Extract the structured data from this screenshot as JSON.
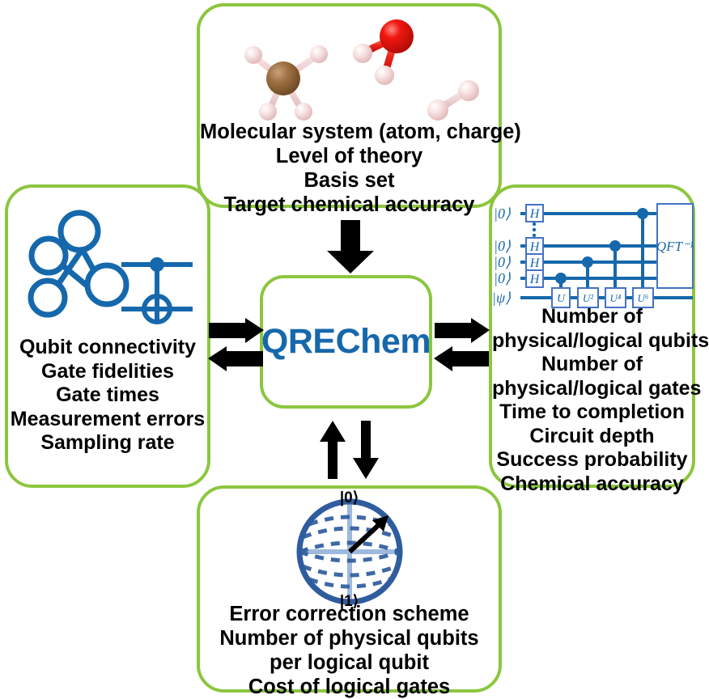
{
  "center": {
    "title": "QREChem",
    "accent_color": "#1668AC",
    "border_color": "#8CC63F"
  },
  "panels": {
    "top": {
      "name": "inputs-panel",
      "lines": [
        "Molecular system (atom, charge)",
        "Level of theory",
        "Basis set",
        "Target chemical accuracy"
      ],
      "graphic": "molecules-illustration",
      "molecules": [
        {
          "name": "methane",
          "center_atom": "carbon",
          "center_color": "#8B6239",
          "ligand_atom": "hydrogen",
          "ligand_color": "#F5DCDC",
          "ligand_count": 4
        },
        {
          "name": "water",
          "center_atom": "oxygen",
          "center_color": "#E8140F",
          "ligand_atom": "hydrogen",
          "ligand_color": "#F5DCDC",
          "ligand_count": 2
        },
        {
          "name": "hydrogen",
          "center_atom": "hydrogen",
          "center_color": "#F2C6C6",
          "ligand_atom": "hydrogen",
          "ligand_color": "#F2C6C6",
          "ligand_count": 1
        }
      ]
    },
    "left": {
      "name": "hardware-panel",
      "lines": [
        "Qubit connectivity",
        "Gate fidelities",
        "Gate times",
        "Measurement errors",
        "Sampling rate"
      ],
      "graphic": "qubit-connectivity-graph-and-cnot-gate",
      "graph_nodes": 4,
      "gate": "CNOT"
    },
    "right": {
      "name": "outputs-panel",
      "lines": [
        "Number of",
        "physical/logical qubits",
        "Number of",
        "physical/logical gates",
        "Time to completion",
        "Circuit depth",
        "Success probability",
        "Chemical accuracy"
      ],
      "graphic": "quantum-phase-estimation-circuit",
      "circuit": {
        "wire_labels": [
          "|0⟩",
          "|0⟩",
          "|0⟩",
          "|0⟩",
          "|ψ⟩"
        ],
        "hadamard_label": "H",
        "vertical_ellipsis": "⋮",
        "controlled_gates": [
          "U",
          "U²",
          "U⁴",
          "U⁶"
        ],
        "final_block": "QFT⁻¹",
        "line_color": "#1668AC"
      }
    },
    "bottom": {
      "name": "error-correction-panel",
      "lines": [
        "Error correction scheme",
        "Number of physical qubits",
        "per logical qubit",
        "Cost of logical gates"
      ],
      "graphic": "bloch-sphere",
      "bloch": {
        "top_label": "|0⟩",
        "bottom_label": "|1⟩",
        "sphere_color": "#2F5C9E",
        "axis_color": "#9DB9DE"
      }
    }
  },
  "arrows": {
    "top_to_center": {
      "name": "arrow-down-top",
      "direction": "down"
    },
    "center_to_left": {
      "name": "arrow-left-out",
      "direction": "left"
    },
    "left_to_center": {
      "name": "arrow-right-in",
      "direction": "right"
    },
    "center_to_right": {
      "name": "arrow-right-out",
      "direction": "right"
    },
    "right_to_center": {
      "name": "arrow-left-in",
      "direction": "left"
    },
    "center_to_bottom": {
      "name": "arrow-down-bottom",
      "direction": "down"
    },
    "bottom_to_center": {
      "name": "arrow-up-bottom",
      "direction": "up"
    },
    "color": "#000000"
  }
}
